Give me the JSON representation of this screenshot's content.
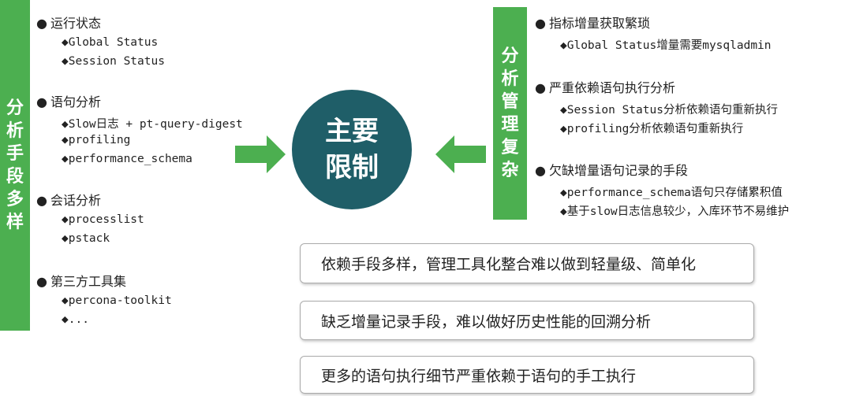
{
  "left": {
    "title": "分析手段多样",
    "groups": [
      {
        "heading": "运行状态",
        "items": [
          "Global Status",
          "Session Status"
        ]
      },
      {
        "heading": "语句分析",
        "items": [
          "Slow日志 + pt-query-digest",
          "profiling",
          "performance_schema"
        ]
      },
      {
        "heading": "会话分析",
        "items": [
          "processlist",
          "pstack"
        ]
      },
      {
        "heading": "第三方工具集",
        "items": [
          "percona-toolkit",
          "..."
        ]
      }
    ]
  },
  "center": {
    "line1": "主要",
    "line2": "限制"
  },
  "right": {
    "title": "分析管理复杂",
    "groups": [
      {
        "heading": "指标增量获取繁琐",
        "items": [
          "Global Status增量需要mysqladmin"
        ]
      },
      {
        "heading": "严重依赖语句执行分析",
        "items": [
          "Session Status分析依赖语句重新执行",
          "profiling分析依赖语句重新执行"
        ]
      },
      {
        "heading": "欠缺增量语句记录的手段",
        "items": [
          "performance_schema语句只存储累积值",
          "基于slow日志信息较少，入库环节不易维护"
        ]
      }
    ]
  },
  "boxes": [
    "依赖手段多样，管理工具化整合难以做到轻量级、简单化",
    "缺乏增量记录手段，难以做好历史性能的回溯分析",
    "更多的语句执行细节严重依赖于语句的手工执行"
  ],
  "colors": {
    "green": "#4caf50",
    "circle": "#1f5e68"
  }
}
